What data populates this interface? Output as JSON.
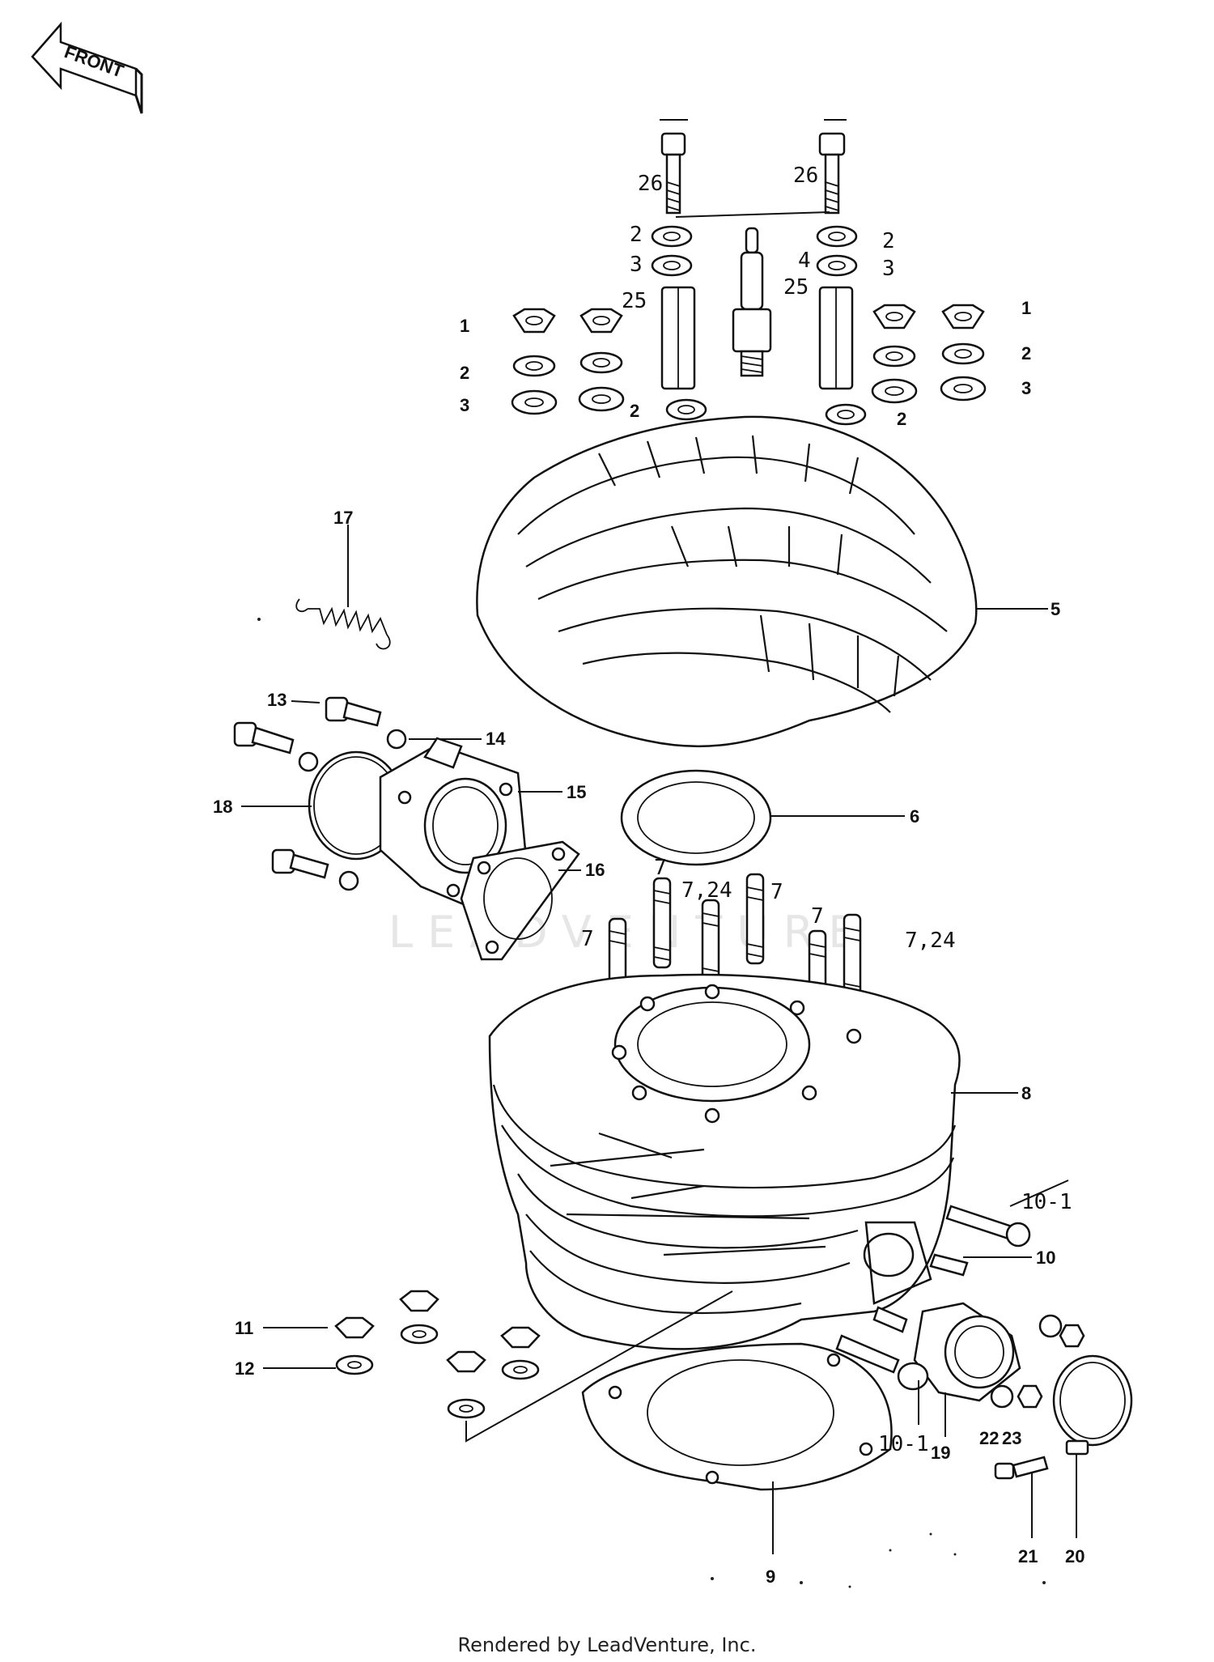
{
  "front_arrow": {
    "label": "FRONT"
  },
  "watermark": {
    "text": "LEADVENTURE"
  },
  "footer": {
    "text": "Rendered by LeadVenture, Inc."
  },
  "callouts": {
    "c26_left": "26",
    "c26_right": "26",
    "c2_left_top": "2",
    "c2_right_top": "2",
    "c3_left_top": "3",
    "c3_right_top": "3",
    "c4": "4",
    "c25_left": "25",
    "c25_right": "25",
    "c1_left": "1",
    "c1_right": "1",
    "c2_left_mid": "2",
    "c2_right_mid": "2",
    "c3_left_mid": "3",
    "c3_right_mid": "3",
    "c2_left_low": "2",
    "c2_right_low": "2",
    "c5": "5",
    "c17": "17",
    "c13": "13",
    "c14": "14",
    "c15": "15",
    "c18": "18",
    "c16": "16",
    "c6": "6",
    "c7_a": "7",
    "c7_24_a": "7,24",
    "c7_b": "7",
    "c7_c": "7",
    "c7_d": "7",
    "c7_24_b": "7,24",
    "c8": "8",
    "c10_1_top": "10-1",
    "c10": "10",
    "c11": "11",
    "c12": "12",
    "c10_1_bottom": "10-1",
    "c19": "19",
    "c22": "22",
    "c23": "23",
    "c21": "21",
    "c20": "20",
    "c9": "9"
  }
}
